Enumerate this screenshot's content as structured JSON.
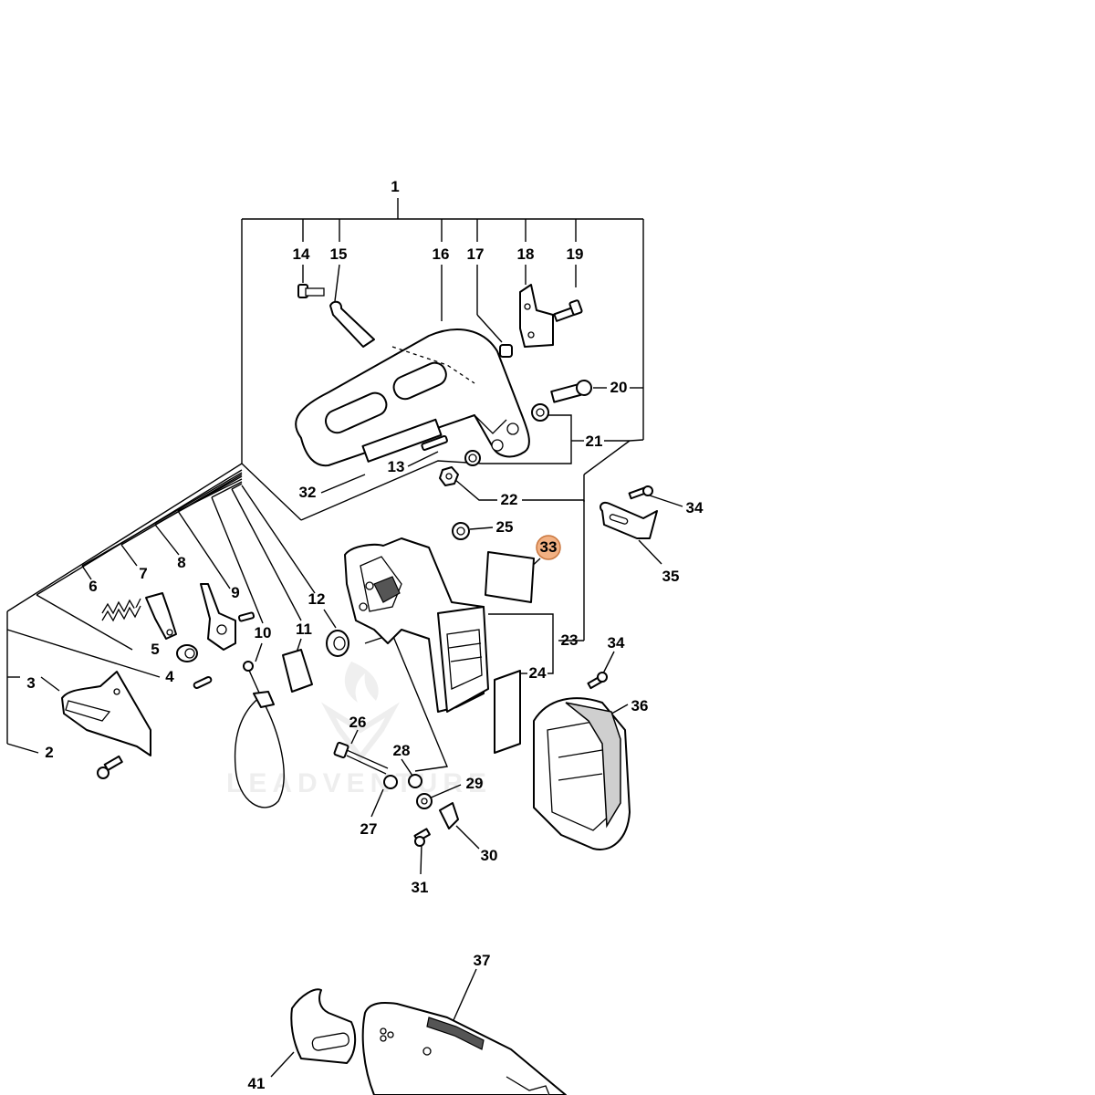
{
  "diagram": {
    "callouts": [
      "1",
      "2",
      "3",
      "4",
      "5",
      "6",
      "7",
      "8",
      "9",
      "10",
      "11",
      "12",
      "13",
      "14",
      "15",
      "16",
      "17",
      "18",
      "19",
      "20",
      "21",
      "22",
      "23",
      "24",
      "25",
      "26",
      "27",
      "28",
      "29",
      "30",
      "31",
      "32",
      "33",
      "34",
      "34",
      "35",
      "36",
      "37",
      "41"
    ],
    "highlighted_callout": "33",
    "highlight_color": "#f2b183",
    "watermark": "LEADVENTURE"
  }
}
